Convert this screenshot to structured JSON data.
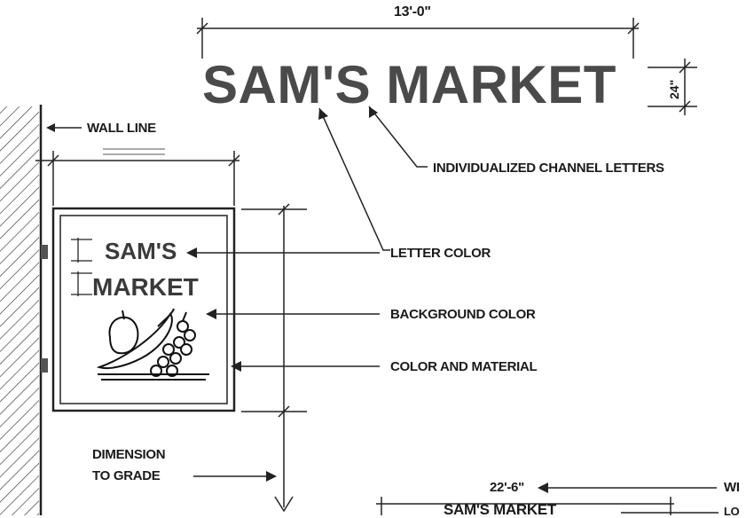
{
  "dimensions": {
    "main_width": "13'-0\"",
    "letter_height": "24\"",
    "lower_width": "22'-6\""
  },
  "title_sign": {
    "text": "SAM'S MARKET"
  },
  "blade_sign": {
    "line1": "SAM'S",
    "line2": "MARKET"
  },
  "callouts": {
    "wall_line": "WALL LINE",
    "channel_letters": "INDIVIDUALIZED CHANNEL LETTERS",
    "letter_color": "LETTER COLOR",
    "background_color": "BACKGROUND COLOR",
    "color_material": "COLOR AND MATERIAL",
    "dimension_line1": "DIMENSION",
    "dimension_line2": "TO GRADE",
    "lower_right_partial": "WI",
    "lower_right_partial2": "LO"
  },
  "lower_sign": {
    "text": "SAM'S MARKET"
  }
}
